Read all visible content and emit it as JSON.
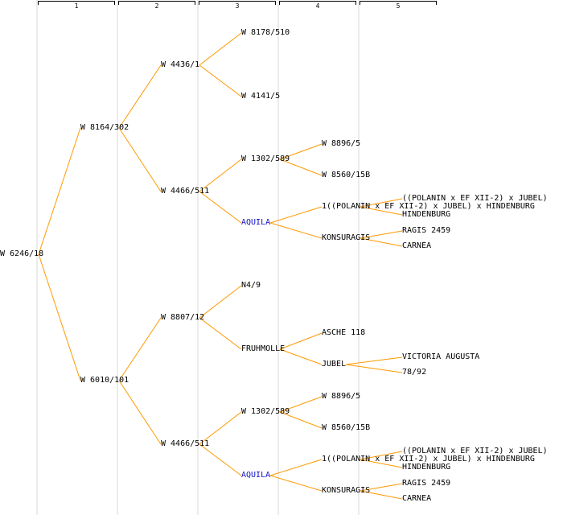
{
  "columns": [
    "1",
    "2",
    "3",
    "4",
    "5"
  ],
  "colors": {
    "edge": "#ff9900",
    "text": "#000000",
    "link": "#1010c8",
    "guide": "#ececec"
  },
  "nodes": [
    {
      "id": "n1",
      "label": "W 6246/18",
      "gen": 0
    },
    {
      "id": "n2",
      "label": "W 8164/302",
      "gen": 1,
      "parent": "n1"
    },
    {
      "id": "n3",
      "label": "W 6010/101",
      "gen": 1,
      "parent": "n1"
    },
    {
      "id": "n4",
      "label": "W 4436/1",
      "gen": 2,
      "parent": "n2"
    },
    {
      "id": "n5",
      "label": "W 4466/511",
      "gen": 2,
      "parent": "n2"
    },
    {
      "id": "n6",
      "label": "W 8807/12",
      "gen": 2,
      "parent": "n3"
    },
    {
      "id": "n7",
      "label": "W 4466/511",
      "gen": 2,
      "parent": "n3"
    },
    {
      "id": "n8",
      "label": "W 8178/510",
      "gen": 3,
      "parent": "n4"
    },
    {
      "id": "n9",
      "label": "W 4141/5",
      "gen": 3,
      "parent": "n4"
    },
    {
      "id": "n10",
      "label": "W 1302/589",
      "gen": 3,
      "parent": "n5"
    },
    {
      "id": "n11",
      "label": "AQUILA",
      "gen": 3,
      "parent": "n5",
      "link": true
    },
    {
      "id": "n12",
      "label": "N4/9",
      "gen": 3,
      "parent": "n6"
    },
    {
      "id": "n13",
      "label": "FRUHMOLLE",
      "gen": 3,
      "parent": "n6"
    },
    {
      "id": "n14",
      "label": "W 1302/589",
      "gen": 3,
      "parent": "n7"
    },
    {
      "id": "n15",
      "label": "AQUILA",
      "gen": 3,
      "parent": "n7",
      "link": true
    },
    {
      "id": "n16",
      "label": "W 8896/5",
      "gen": 4,
      "parent": "n10"
    },
    {
      "id": "n17",
      "label": "W 8560/15B",
      "gen": 4,
      "parent": "n10"
    },
    {
      "id": "n18",
      "label": "1((POLANIN x EF XII-2) x JUBEL) x HINDENBURG",
      "gen": 4,
      "parent": "n11"
    },
    {
      "id": "n19",
      "label": "KONSURAGIS",
      "gen": 4,
      "parent": "n11"
    },
    {
      "id": "n20",
      "label": "ASCHE 118",
      "gen": 4,
      "parent": "n13"
    },
    {
      "id": "n21",
      "label": "JUBEL",
      "gen": 4,
      "parent": "n13"
    },
    {
      "id": "n22",
      "label": "W 8896/5",
      "gen": 4,
      "parent": "n14"
    },
    {
      "id": "n23",
      "label": "W 8560/15B",
      "gen": 4,
      "parent": "n14"
    },
    {
      "id": "n24",
      "label": "1((POLANIN x EF XII-2) x JUBEL) x HINDENBURG",
      "gen": 4,
      "parent": "n15"
    },
    {
      "id": "n25",
      "label": "KONSURAGIS",
      "gen": 4,
      "parent": "n15"
    },
    {
      "id": "n26",
      "label": "((POLANIN x EF XII-2) x JUBEL)",
      "gen": 5,
      "parent": "n18"
    },
    {
      "id": "n27",
      "label": "HINDENBURG",
      "gen": 5,
      "parent": "n18"
    },
    {
      "id": "n28",
      "label": "RAGIS 2459",
      "gen": 5,
      "parent": "n19"
    },
    {
      "id": "n29",
      "label": "CARNEA",
      "gen": 5,
      "parent": "n19"
    },
    {
      "id": "n30",
      "label": "VICTORIA AUGUSTA",
      "gen": 5,
      "parent": "n21"
    },
    {
      "id": "n31",
      "label": "78/92",
      "gen": 5,
      "parent": "n21"
    },
    {
      "id": "n32",
      "label": "((POLANIN x EF XII-2) x JUBEL)",
      "gen": 5,
      "parent": "n24"
    },
    {
      "id": "n33",
      "label": "HINDENBURG",
      "gen": 5,
      "parent": "n24"
    },
    {
      "id": "n34",
      "label": "RAGIS 2459",
      "gen": 5,
      "parent": "n25"
    },
    {
      "id": "n35",
      "label": "CARNEA",
      "gen": 5,
      "parent": "n25"
    }
  ]
}
